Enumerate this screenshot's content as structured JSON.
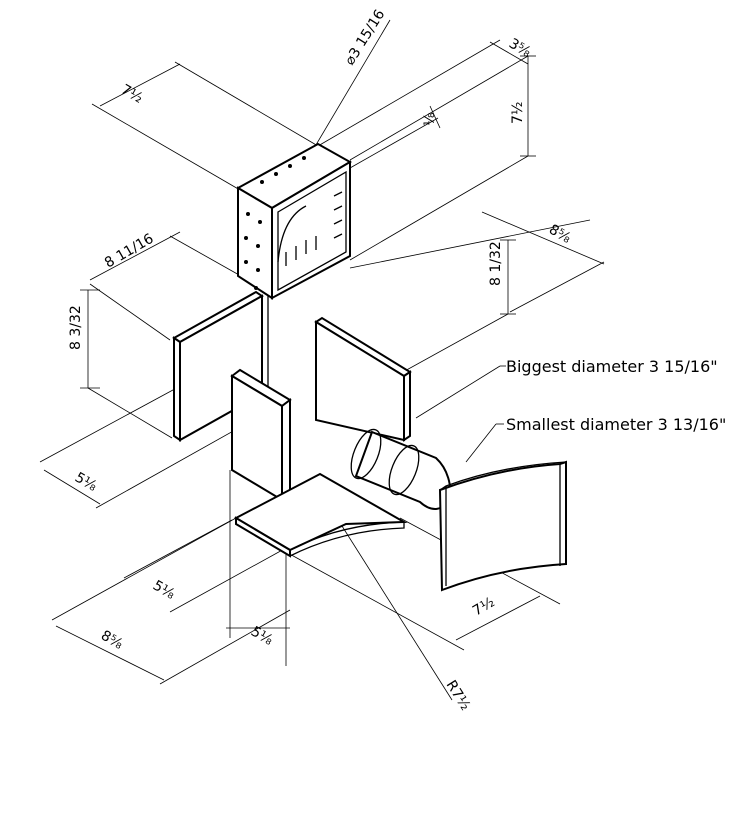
{
  "dimensions": {
    "top_width": "7½",
    "hole_diameter": "⌀3 15/16",
    "top_small": "3⅝",
    "top_height": "7½",
    "wall_thickness": "⅛",
    "left_depth": "8 11/16",
    "right_depth": "8⅝",
    "right_height": "8 1/32",
    "left_height": "8 3/32",
    "left_offset": "5⅛",
    "bottom_offset": "5⅛",
    "bottom_depth": "8⅝",
    "bottom_width": "5⅛",
    "bottom_right": "7½",
    "radius": "R7½"
  },
  "notes": {
    "biggest": "Biggest diameter 3 15/16\"",
    "smallest": "Smallest diameter 3 13/16\""
  }
}
